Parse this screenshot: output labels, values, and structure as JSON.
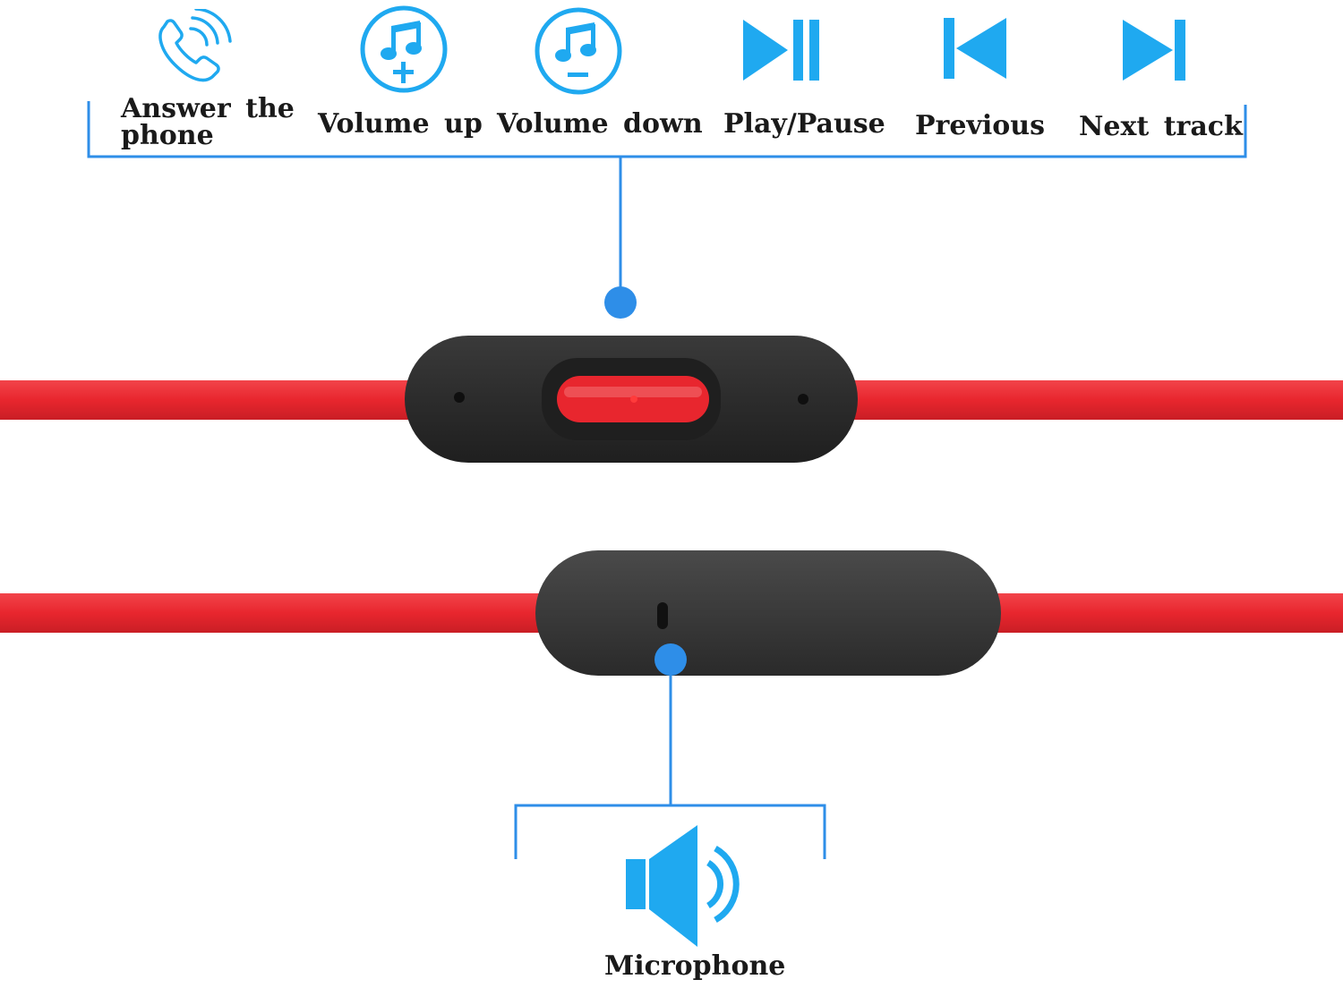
{
  "colors": {
    "accent": "#1fa9f0",
    "connector": "#2e8ee8",
    "cable": "#e8262e",
    "remote_body": "#2b2b2b",
    "text": "#1a1a1a"
  },
  "functions": [
    {
      "label": "Answer the phone",
      "icon": "phone-call-icon"
    },
    {
      "label": "Volume up",
      "icon": "music-note-plus-icon"
    },
    {
      "label": "Volume down",
      "icon": "music-note-minus-icon"
    },
    {
      "label": "Play/Pause",
      "icon": "play-pause-icon"
    },
    {
      "label": "Previous",
      "icon": "previous-track-icon"
    },
    {
      "label": "Next track",
      "icon": "next-track-icon"
    }
  ],
  "microphone": {
    "label": "Microphone",
    "icon": "speaker-icon"
  }
}
